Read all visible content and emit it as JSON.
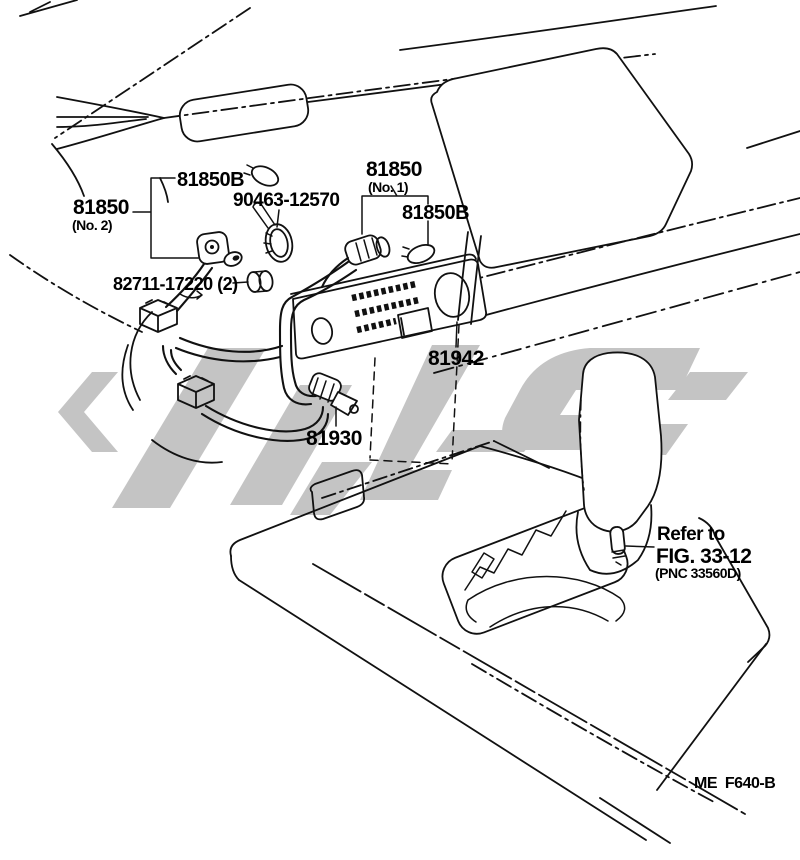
{
  "diagram": {
    "kind": "vehicle-parts-exploded-diagram",
    "labels": {
      "part_81850b_no2": "81850B",
      "part_81850_no2": "81850",
      "part_81850_no2_sub": "(No. 2)",
      "part_90463": "90463-12570",
      "part_81850_no1": "81850",
      "part_81850_no1_sub": "(No. 1)",
      "part_81850b_no1": "81850B",
      "part_82711": "82711-17220 (2)",
      "part_81942": "81942",
      "part_81930": "81930",
      "refer_line1": "Refer to",
      "refer_line2": "FIG. 33-12",
      "refer_line3": "(PNC 33560D)",
      "figure_code": "ME  F640-B"
    },
    "colors": {
      "line": "#111111",
      "watermark": "#c4c4c4",
      "background": "#ffffff",
      "text": "#000000"
    }
  }
}
